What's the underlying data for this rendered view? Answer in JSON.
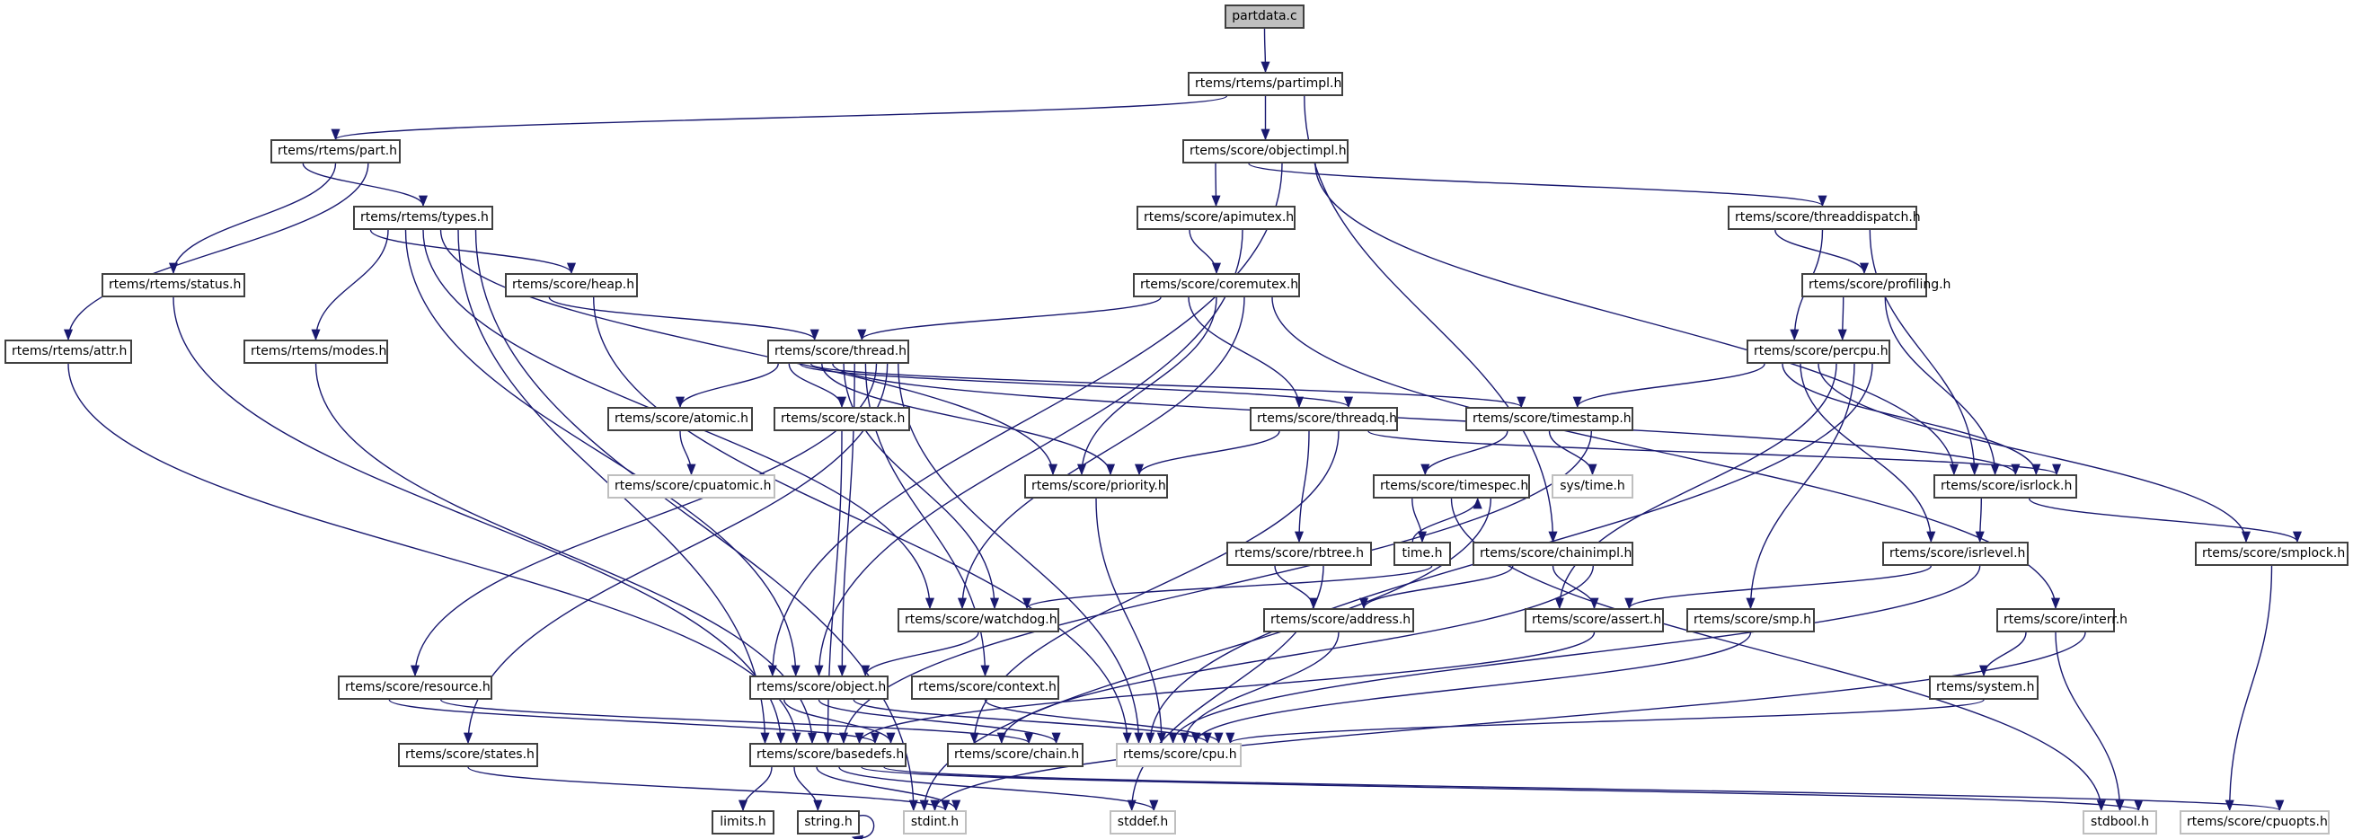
{
  "title": "partdata.c include dependency graph",
  "colors": {
    "edge": "#191970",
    "node_border": "#404040",
    "external_border": "#bfbfbf",
    "root_fill": "#bfbfbf",
    "background": "#ffffff"
  },
  "nodes": [
    {
      "id": "partdata_c",
      "label": "partdata.c",
      "kind": "root"
    },
    {
      "id": "partimpl",
      "label": "rtems/rtems/partimpl.h",
      "kind": "doc"
    },
    {
      "id": "part",
      "label": "rtems/rtems/part.h",
      "kind": "doc"
    },
    {
      "id": "objectimpl",
      "label": "rtems/score/objectimpl.h",
      "kind": "doc"
    },
    {
      "id": "types",
      "label": "rtems/rtems/types.h",
      "kind": "doc"
    },
    {
      "id": "apimutex",
      "label": "rtems/score/apimutex.h",
      "kind": "doc"
    },
    {
      "id": "threaddispatch",
      "label": "rtems/score/threaddispatch.h",
      "kind": "doc"
    },
    {
      "id": "status",
      "label": "rtems/rtems/status.h",
      "kind": "doc"
    },
    {
      "id": "heap",
      "label": "rtems/score/heap.h",
      "kind": "doc"
    },
    {
      "id": "coremutex",
      "label": "rtems/score/coremutex.h",
      "kind": "doc"
    },
    {
      "id": "profiling",
      "label": "rtems/score/profiling.h",
      "kind": "doc"
    },
    {
      "id": "attr",
      "label": "rtems/rtems/attr.h",
      "kind": "doc"
    },
    {
      "id": "modes",
      "label": "rtems/rtems/modes.h",
      "kind": "doc"
    },
    {
      "id": "thread",
      "label": "rtems/score/thread.h",
      "kind": "doc"
    },
    {
      "id": "percpu",
      "label": "rtems/score/percpu.h",
      "kind": "doc"
    },
    {
      "id": "atomic",
      "label": "rtems/score/atomic.h",
      "kind": "doc"
    },
    {
      "id": "stack",
      "label": "rtems/score/stack.h",
      "kind": "doc"
    },
    {
      "id": "threadq",
      "label": "rtems/score/threadq.h",
      "kind": "doc"
    },
    {
      "id": "timestamp",
      "label": "rtems/score/timestamp.h",
      "kind": "doc"
    },
    {
      "id": "cpuatomic",
      "label": "rtems/score/cpuatomic.h",
      "kind": "ext"
    },
    {
      "id": "priority",
      "label": "rtems/score/priority.h",
      "kind": "doc"
    },
    {
      "id": "timespec",
      "label": "rtems/score/timespec.h",
      "kind": "doc"
    },
    {
      "id": "systime",
      "label": "sys/time.h",
      "kind": "ext"
    },
    {
      "id": "isrlock",
      "label": "rtems/score/isrlock.h",
      "kind": "doc"
    },
    {
      "id": "rbtree",
      "label": "rtems/score/rbtree.h",
      "kind": "doc"
    },
    {
      "id": "time",
      "label": "time.h",
      "kind": "doc"
    },
    {
      "id": "chainimpl",
      "label": "rtems/score/chainimpl.h",
      "kind": "doc"
    },
    {
      "id": "isrlevel",
      "label": "rtems/score/isrlevel.h",
      "kind": "doc"
    },
    {
      "id": "smplock",
      "label": "rtems/score/smplock.h",
      "kind": "doc"
    },
    {
      "id": "watchdog",
      "label": "rtems/score/watchdog.h",
      "kind": "doc"
    },
    {
      "id": "address",
      "label": "rtems/score/address.h",
      "kind": "doc"
    },
    {
      "id": "assert",
      "label": "rtems/score/assert.h",
      "kind": "doc"
    },
    {
      "id": "smp",
      "label": "rtems/score/smp.h",
      "kind": "doc"
    },
    {
      "id": "interr",
      "label": "rtems/score/interr.h",
      "kind": "doc"
    },
    {
      "id": "resource",
      "label": "rtems/score/resource.h",
      "kind": "doc"
    },
    {
      "id": "object",
      "label": "rtems/score/object.h",
      "kind": "doc"
    },
    {
      "id": "context",
      "label": "rtems/score/context.h",
      "kind": "doc"
    },
    {
      "id": "system",
      "label": "rtems/system.h",
      "kind": "doc"
    },
    {
      "id": "states",
      "label": "rtems/score/states.h",
      "kind": "doc"
    },
    {
      "id": "basedefs",
      "label": "rtems/score/basedefs.h",
      "kind": "doc"
    },
    {
      "id": "chain",
      "label": "rtems/score/chain.h",
      "kind": "doc"
    },
    {
      "id": "cpu",
      "label": "rtems/score/cpu.h",
      "kind": "ext"
    },
    {
      "id": "limits",
      "label": "limits.h",
      "kind": "doc"
    },
    {
      "id": "string",
      "label": "string.h",
      "kind": "doc"
    },
    {
      "id": "stdint",
      "label": "stdint.h",
      "kind": "ext"
    },
    {
      "id": "stddef",
      "label": "stddef.h",
      "kind": "ext"
    },
    {
      "id": "stdbool",
      "label": "stdbool.h",
      "kind": "ext"
    },
    {
      "id": "cpuopts",
      "label": "rtems/score/cpuopts.h",
      "kind": "ext"
    }
  ],
  "edges": [
    [
      "partdata_c",
      "partimpl"
    ],
    [
      "partimpl",
      "part"
    ],
    [
      "partimpl",
      "objectimpl"
    ],
    [
      "partimpl",
      "chainimpl"
    ],
    [
      "part",
      "types"
    ],
    [
      "part",
      "status"
    ],
    [
      "part",
      "attr"
    ],
    [
      "objectimpl",
      "apimutex"
    ],
    [
      "objectimpl",
      "threaddispatch"
    ],
    [
      "objectimpl",
      "object"
    ],
    [
      "objectimpl",
      "isrlock"
    ],
    [
      "types",
      "heap"
    ],
    [
      "types",
      "modes"
    ],
    [
      "types",
      "object"
    ],
    [
      "types",
      "watchdog"
    ],
    [
      "types",
      "priority"
    ],
    [
      "types",
      "basedefs"
    ],
    [
      "types",
      "stdint"
    ],
    [
      "apimutex",
      "coremutex"
    ],
    [
      "apimutex",
      "object"
    ],
    [
      "threaddispatch",
      "profiling"
    ],
    [
      "threaddispatch",
      "percpu"
    ],
    [
      "threaddispatch",
      "isrlock"
    ],
    [
      "status",
      "basedefs"
    ],
    [
      "heap",
      "thread"
    ],
    [
      "heap",
      "cpu"
    ],
    [
      "coremutex",
      "thread"
    ],
    [
      "coremutex",
      "threadq"
    ],
    [
      "coremutex",
      "priority"
    ],
    [
      "coremutex",
      "watchdog"
    ],
    [
      "coremutex",
      "interr"
    ],
    [
      "profiling",
      "percpu"
    ],
    [
      "profiling",
      "isrlock"
    ],
    [
      "attr",
      "basedefs"
    ],
    [
      "modes",
      "basedefs"
    ],
    [
      "thread",
      "atomic"
    ],
    [
      "thread",
      "stack"
    ],
    [
      "thread",
      "threadq"
    ],
    [
      "thread",
      "timestamp"
    ],
    [
      "thread",
      "priority"
    ],
    [
      "thread",
      "isrlock"
    ],
    [
      "thread",
      "watchdog"
    ],
    [
      "thread",
      "object"
    ],
    [
      "thread",
      "context"
    ],
    [
      "thread",
      "resource"
    ],
    [
      "thread",
      "states"
    ],
    [
      "thread",
      "cpu"
    ],
    [
      "percpu",
      "timestamp"
    ],
    [
      "percpu",
      "isrlock"
    ],
    [
      "percpu",
      "isrlevel"
    ],
    [
      "percpu",
      "smplock"
    ],
    [
      "percpu",
      "assert"
    ],
    [
      "percpu",
      "smp"
    ],
    [
      "percpu",
      "cpu"
    ],
    [
      "atomic",
      "cpuatomic"
    ],
    [
      "stack",
      "basedefs"
    ],
    [
      "threadq",
      "priority"
    ],
    [
      "threadq",
      "rbtree"
    ],
    [
      "threadq",
      "chain"
    ],
    [
      "threadq",
      "isrlock"
    ],
    [
      "timestamp",
      "timespec"
    ],
    [
      "timestamp",
      "systime"
    ],
    [
      "timestamp",
      "basedefs"
    ],
    [
      "priority",
      "cpu"
    ],
    [
      "timespec",
      "time"
    ],
    [
      "timespec",
      "stdbool"
    ],
    [
      "timespec",
      "stdint"
    ],
    [
      "isrlock",
      "isrlevel"
    ],
    [
      "isrlock",
      "smplock"
    ],
    [
      "rbtree",
      "address"
    ],
    [
      "rbtree",
      "stddef"
    ],
    [
      "time",
      "timespec"
    ],
    [
      "time",
      "watchdog"
    ],
    [
      "chainimpl",
      "address"
    ],
    [
      "chainimpl",
      "assert"
    ],
    [
      "chainimpl",
      "chain"
    ],
    [
      "isrlevel",
      "assert"
    ],
    [
      "isrlevel",
      "cpu"
    ],
    [
      "smplock",
      "cpuopts"
    ],
    [
      "watchdog",
      "object"
    ],
    [
      "address",
      "cpu"
    ],
    [
      "assert",
      "basedefs"
    ],
    [
      "smp",
      "cpu"
    ],
    [
      "interr",
      "system"
    ],
    [
      "interr",
      "stdbool"
    ],
    [
      "interr",
      "stdint"
    ],
    [
      "resource",
      "basedefs"
    ],
    [
      "resource",
      "chain"
    ],
    [
      "object",
      "basedefs"
    ],
    [
      "object",
      "chain"
    ],
    [
      "object",
      "cpu"
    ],
    [
      "context",
      "cpu"
    ],
    [
      "system",
      "cpu"
    ],
    [
      "states",
      "stdint"
    ],
    [
      "basedefs",
      "limits"
    ],
    [
      "basedefs",
      "string"
    ],
    [
      "basedefs",
      "stdint"
    ],
    [
      "basedefs",
      "stddef"
    ],
    [
      "basedefs",
      "stdbool"
    ],
    [
      "basedefs",
      "cpuopts"
    ],
    [
      "string",
      "string"
    ]
  ]
}
